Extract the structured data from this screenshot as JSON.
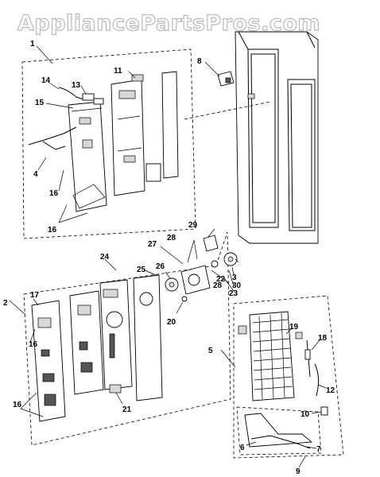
{
  "watermark": "AppliancePartsPros.com",
  "callouts": {
    "c1": "1",
    "c2": "2",
    "c3": "3",
    "c4": "4",
    "c5": "5",
    "c6": "6",
    "c7": "7",
    "c8": "8",
    "c9": "9",
    "c10": "10",
    "c11": "11",
    "c12": "12",
    "c13": "13",
    "c14": "14",
    "c15": "15",
    "c16a": "16",
    "c16b": "16",
    "c16c": "16",
    "c16d": "16",
    "c17": "17",
    "c18": "18",
    "c19": "19",
    "c20": "20",
    "c21": "21",
    "c22": "22",
    "c23": "23",
    "c24": "24",
    "c25": "25",
    "c26": "26",
    "c27": "27",
    "c28a": "28",
    "c28b": "28",
    "c29": "29",
    "c30": "30"
  }
}
